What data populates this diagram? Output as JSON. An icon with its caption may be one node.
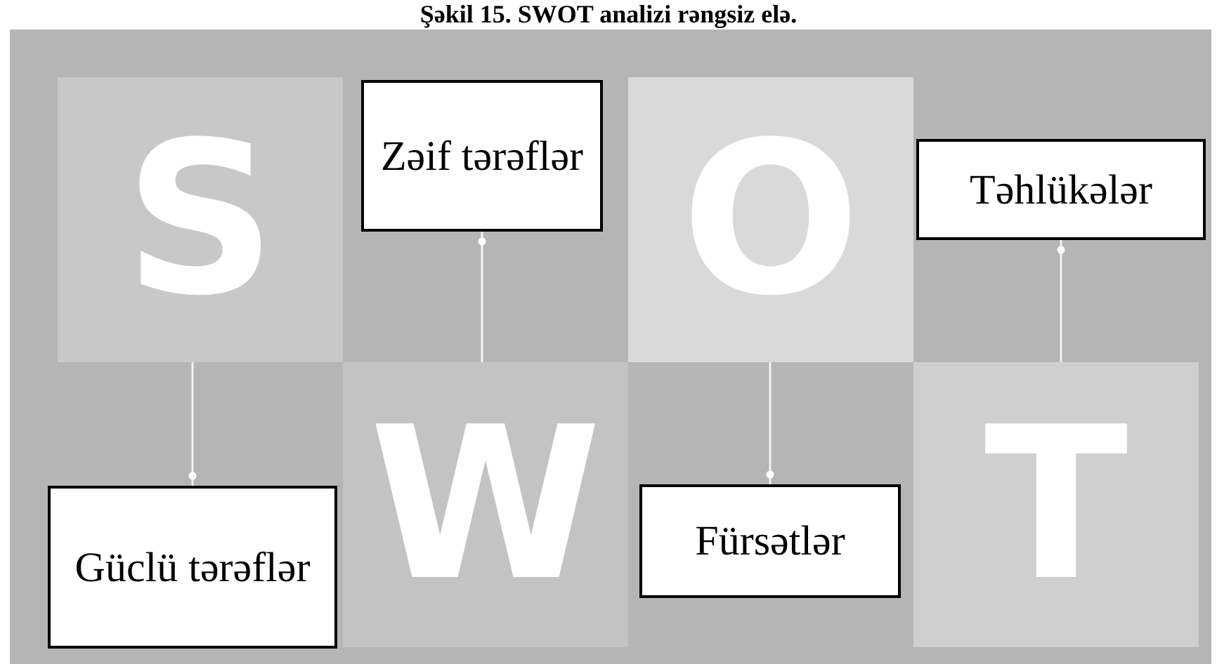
{
  "diagram": {
    "title": "Şəkil 15. SWOT analizi rəngsiz elə.",
    "nodes": [
      {
        "text": [
          "S"
        ]
      },
      {
        "text": [
          "Zəif tərəflər"
        ]
      },
      {
        "text": [
          "O"
        ]
      },
      {
        "text": [
          "Təhlükələr"
        ]
      },
      {
        "text": [
          "Güclü tərəflər"
        ]
      },
      {
        "text": [
          "W"
        ]
      },
      {
        "text": [
          "Fürsətlər"
        ]
      },
      {
        "text": [
          "T"
        ]
      }
    ],
    "edges": [
      {
        "from": 1,
        "to": 5,
        "arrow": "other"
      },
      {
        "from": 3,
        "to": 7,
        "arrow": "other"
      },
      {
        "from": 4,
        "to": 0,
        "arrow": "other"
      },
      {
        "from": 6,
        "to": 2,
        "arrow": "other"
      }
    ]
  }
}
